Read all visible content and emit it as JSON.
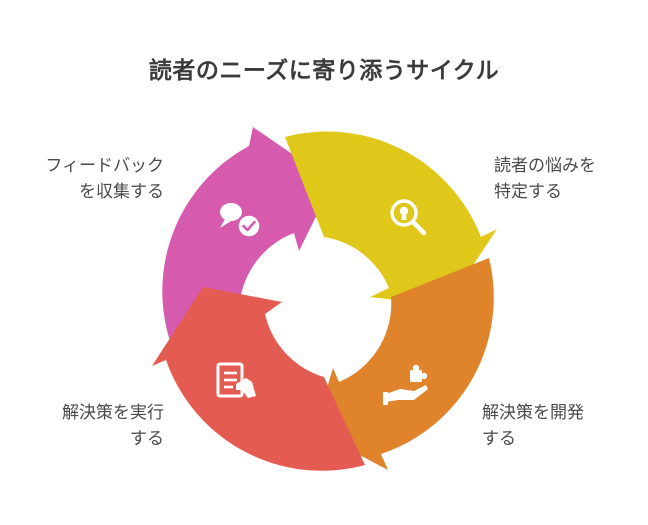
{
  "title": "読者のニーズに寄り添うサイクル",
  "steps": [
    {
      "line1": "読者の悩みを",
      "line2": "特定する",
      "color": "#DFC81A",
      "icon": "search-lightbulb-icon"
    },
    {
      "line1": "解決策を開発",
      "line2": "する",
      "color": "#E0842C",
      "icon": "hand-puzzle-icon"
    },
    {
      "line1": "解決策を実行",
      "line2": "する",
      "color": "#E45B52",
      "icon": "document-hand-icon"
    },
    {
      "line1": "フィードバック",
      "line2": "を収集する",
      "color": "#D65BAE",
      "icon": "chat-check-icon"
    }
  ]
}
